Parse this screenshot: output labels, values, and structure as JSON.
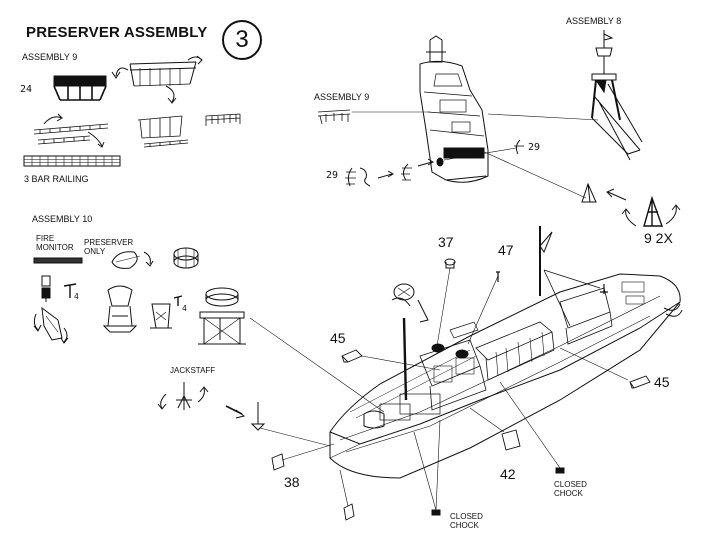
{
  "title": "PRESERVER ASSEMBLY",
  "step": "3",
  "labels": {
    "assembly9_left": "ASSEMBLY 9",
    "assembly9_right": "ASSEMBLY 9",
    "assembly8": "ASSEMBLY 8",
    "assembly10": "ASSEMBLY 10",
    "three_bar_railing": "3 BAR RAILING",
    "fire_monitor_line1": "FIRE",
    "fire_monitor_line2": "MONITOR",
    "preserver_only_line1": "PRESERVER",
    "preserver_only_line2": "ONLY",
    "jackstaff": "JACKSTAFF",
    "closed_chock_a_line1": "CLOSED",
    "closed_chock_a_line2": "CHOCK",
    "closed_chock_b_line1": "CLOSED",
    "closed_chock_b_line2": "CHOCK"
  },
  "part_numbers": {
    "p24": "24",
    "p29_left": "29",
    "p29_right": "29",
    "p4_a": "4",
    "p4_b": "4",
    "p9_2x": "9  2X",
    "p37": "37",
    "p47": "47",
    "p45_left": "45",
    "p45_right": "45",
    "p42": "42",
    "p38": "38"
  }
}
